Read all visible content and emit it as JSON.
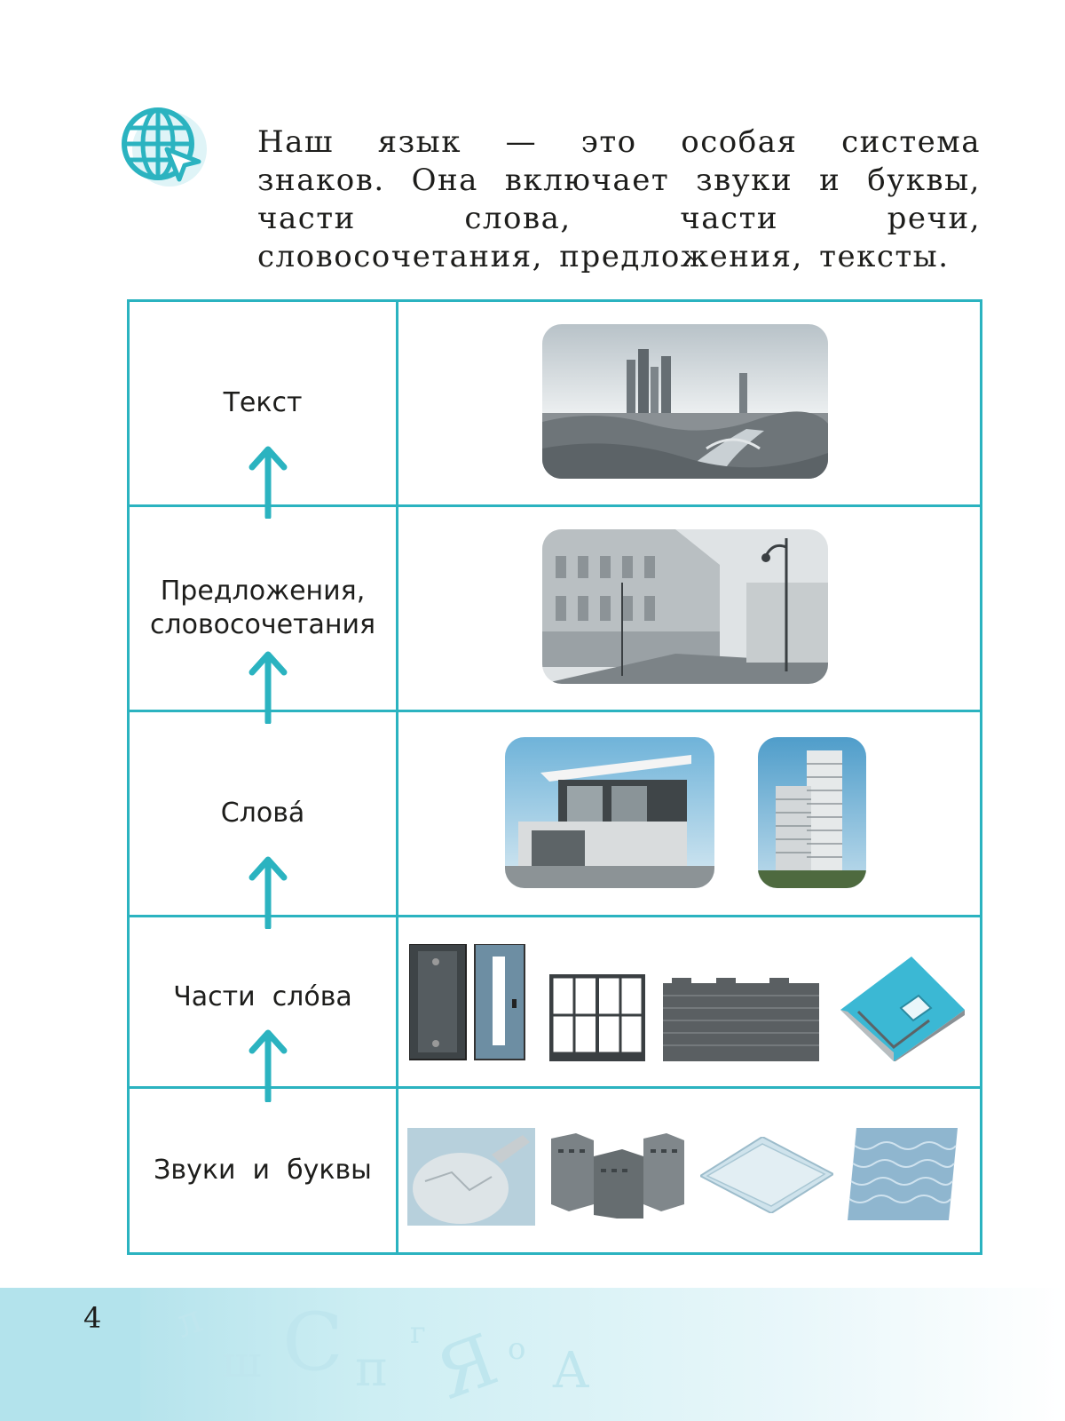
{
  "intro_text": "Наш язык — это особая система знаков. Она включает звуки и буквы, части слова, части речи, словосочетания, предложения, тексты.",
  "icon_name": "globe-cursor-icon",
  "accent_color": "#2bb3c0",
  "rows": [
    {
      "label": "Текст"
    },
    {
      "label_line1": "Предложения,",
      "label_line2": "словосочетания"
    },
    {
      "label": "Слова́"
    },
    {
      "label": "Части  сло́ва"
    },
    {
      "label": "Звуки  и  буквы"
    }
  ],
  "page_number": "4",
  "decor_letters": [
    "л",
    "ш",
    "С",
    "п",
    "г",
    "Я",
    "о",
    "А"
  ]
}
